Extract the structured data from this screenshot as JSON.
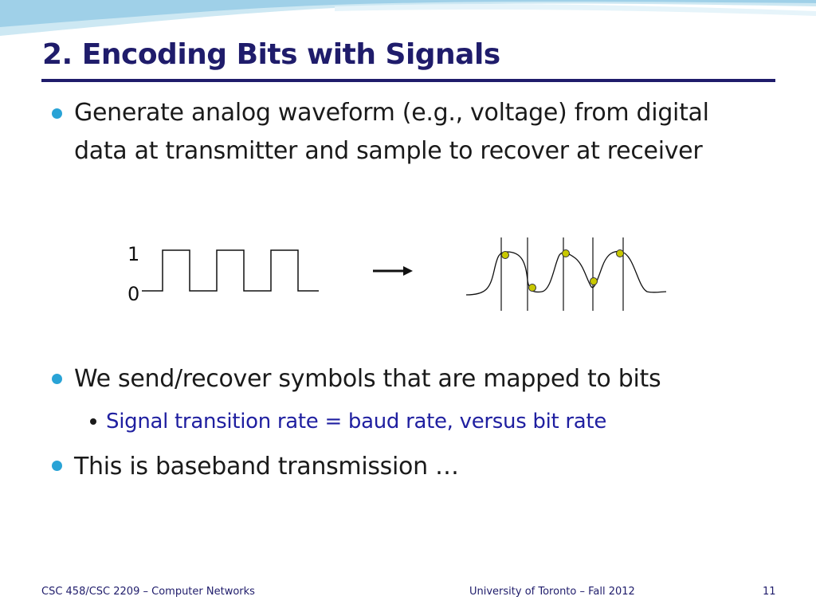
{
  "slide": {
    "title": "2. Encoding Bits with Signals",
    "bullets": [
      {
        "text_line1": "Generate analog waveform (e.g., voltage) from digital",
        "text_line2": "data at transmitter and sample to recover at receiver"
      },
      {
        "text": "We send/recover symbols that are mapped to bits"
      },
      {
        "text": "This is baseband transmission …"
      }
    ],
    "sub_bullets": [
      {
        "text": "Signal transition rate = baud rate, versus bit rate"
      }
    ],
    "diagram": {
      "label_high": "1",
      "label_low": "0",
      "bits": [
        0,
        1,
        0,
        1,
        0,
        1,
        0
      ],
      "sample_values": [
        1,
        0,
        1,
        0,
        1
      ]
    },
    "footer": {
      "left": "CSC 458/CSC 2209 – Computer Networks",
      "center": "University of Toronto – Fall 2012",
      "page": "11"
    },
    "colors": {
      "title": "#1f1c6b",
      "bullet_dot": "#29a3d6",
      "sub_text": "#1f1fa0",
      "sample_dot": "#c8c800"
    }
  }
}
